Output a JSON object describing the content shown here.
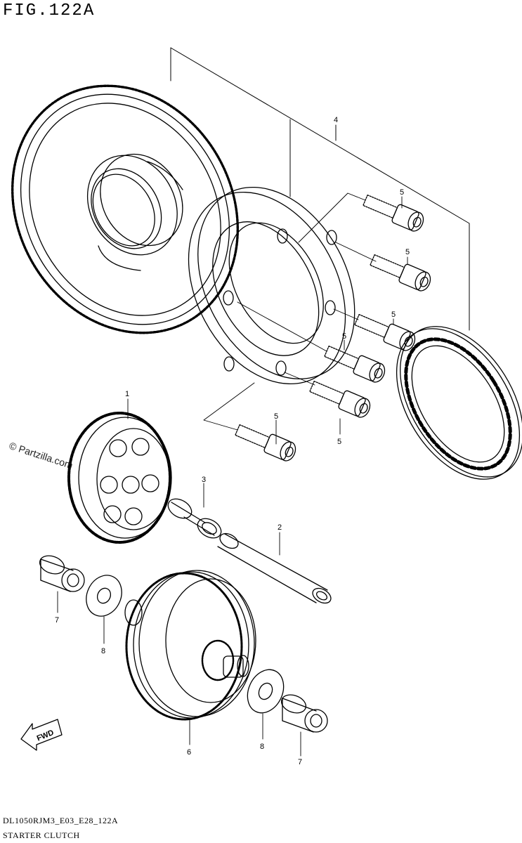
{
  "figure": {
    "title": "FIG.122A",
    "code": "DL1050RJM3_E03_E28_122A",
    "name": "STARTER CLUTCH",
    "watermark": "© Partzilla.com",
    "fwd_label": "FWD"
  },
  "callouts": [
    {
      "id": "c1",
      "text": "1"
    },
    {
      "id": "c2",
      "text": "2"
    },
    {
      "id": "c3",
      "text": "3"
    },
    {
      "id": "c4",
      "text": "4"
    },
    {
      "id": "c5a",
      "text": "5"
    },
    {
      "id": "c5b",
      "text": "5"
    },
    {
      "id": "c5c",
      "text": "5"
    },
    {
      "id": "c5d",
      "text": "5"
    },
    {
      "id": "c5e",
      "text": "5"
    },
    {
      "id": "c5f",
      "text": "5"
    },
    {
      "id": "c6",
      "text": "6"
    },
    {
      "id": "c7a",
      "text": "7"
    },
    {
      "id": "c7b",
      "text": "7"
    },
    {
      "id": "c8a",
      "text": "8"
    },
    {
      "id": "c8b",
      "text": "8"
    }
  ]
}
